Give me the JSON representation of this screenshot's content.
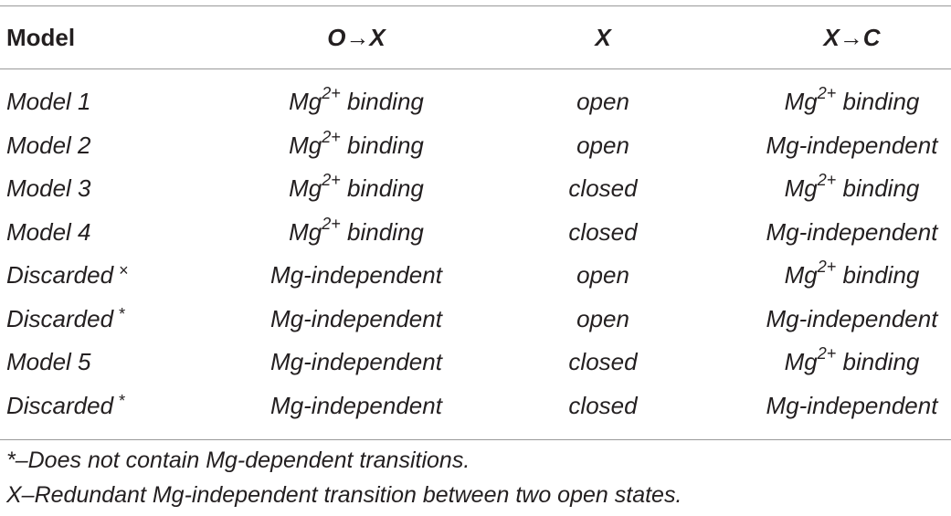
{
  "header": {
    "model": "Model",
    "ox": "O→X",
    "x": "X",
    "xc": "X→C"
  },
  "rows": [
    {
      "model": "Model 1",
      "mark": "",
      "ox": "Mg",
      "ox_sup": "2+",
      "ox_rest": " binding",
      "x": "open",
      "xc": "Mg",
      "xc_sup": "2+",
      "xc_rest": " binding"
    },
    {
      "model": "Model 2",
      "mark": "",
      "ox": "Mg",
      "ox_sup": "2+",
      "ox_rest": " binding",
      "x": "open",
      "xc": "Mg-independent",
      "xc_sup": "",
      "xc_rest": ""
    },
    {
      "model": "Model 3",
      "mark": "",
      "ox": "Mg",
      "ox_sup": "2+",
      "ox_rest": " binding",
      "x": "closed",
      "xc": "Mg",
      "xc_sup": "2+",
      "xc_rest": " binding"
    },
    {
      "model": "Model 4",
      "mark": "",
      "ox": "Mg",
      "ox_sup": "2+",
      "ox_rest": " binding",
      "x": "closed",
      "xc": "Mg-independent",
      "xc_sup": "",
      "xc_rest": ""
    },
    {
      "model": "Discarded",
      "mark": "×",
      "ox": "Mg-independent",
      "ox_sup": "",
      "ox_rest": "",
      "x": "open",
      "xc": "Mg",
      "xc_sup": "2+",
      "xc_rest": " binding"
    },
    {
      "model": "Discarded",
      "mark": "*",
      "ox": "Mg-independent",
      "ox_sup": "",
      "ox_rest": "",
      "x": "open",
      "xc": "Mg-independent",
      "xc_sup": "",
      "xc_rest": ""
    },
    {
      "model": "Model 5",
      "mark": "",
      "ox": "Mg-independent",
      "ox_sup": "",
      "ox_rest": "",
      "x": "closed",
      "xc": "Mg",
      "xc_sup": "2+",
      "xc_rest": " binding"
    },
    {
      "model": "Discarded",
      "mark": "*",
      "ox": "Mg-independent",
      "ox_sup": "",
      "ox_rest": "",
      "x": "closed",
      "xc": "Mg-independent",
      "xc_sup": "",
      "xc_rest": ""
    }
  ],
  "footnotes": [
    "*–Does not contain Mg-dependent transitions.",
    "X–Redundant Mg-independent transition between two open states."
  ]
}
